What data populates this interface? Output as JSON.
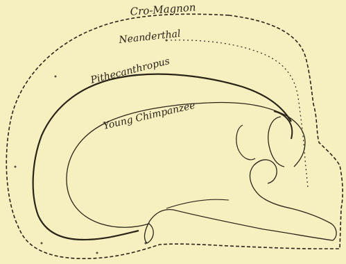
{
  "figure": {
    "background": "#f6efc0",
    "ink": "#2a2418",
    "outlines": [
      {
        "key": "cro_magnon",
        "label": "Cro-Magnon",
        "line_style": "dashed"
      },
      {
        "key": "neanderthal",
        "label": "Neanderthal",
        "line_style": "cross-dotted"
      },
      {
        "key": "pithecanthropus",
        "label": "Pithecanthropus",
        "line_style": "solid-heavy"
      },
      {
        "key": "young_chimpanzee",
        "label": "Young Chimpanzee",
        "line_style": "solid-thin"
      }
    ]
  }
}
